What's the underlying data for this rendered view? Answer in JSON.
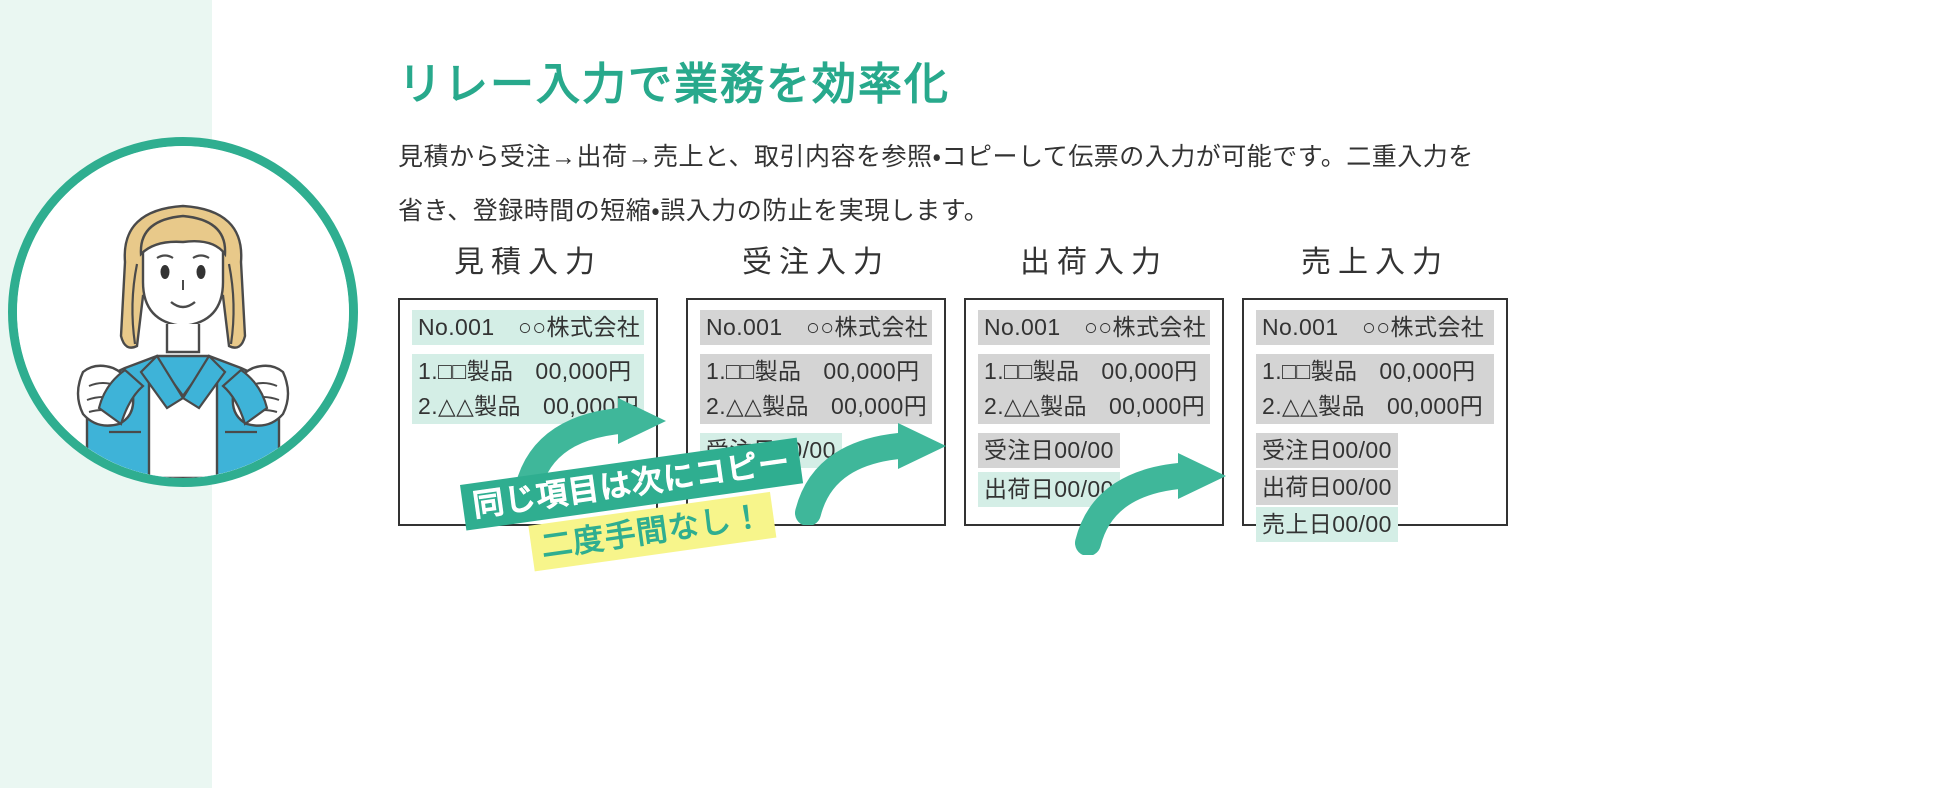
{
  "headline": "リレー入力で業務を効率化",
  "body": {
    "line1": "見積から受注→出荷→売上と、取引内容を参照・コピーして伝票の入力が可能です。二重入力を",
    "line2": "省き、登録時間の短縮・誤入力の防止を実現します。"
  },
  "flow": {
    "steps": [
      {
        "title": "見積入力",
        "rows": [
          {
            "text": "No.001　○○株式会社",
            "highlight": "mint"
          },
          {
            "label": "1.□□製品",
            "amount": "00,000円",
            "highlight": "mint"
          },
          {
            "label": "2.△△製品",
            "amount": "00,000円",
            "highlight": "mint"
          }
        ]
      },
      {
        "title": "受注入力",
        "rows": [
          {
            "text": "No.001　○○株式会社",
            "highlight": "gray"
          },
          {
            "label": "1.□□製品",
            "amount": "00,000円",
            "highlight": "gray"
          },
          {
            "label": "2.△△製品",
            "amount": "00,000円",
            "highlight": "gray"
          },
          {
            "text": "受注日00/00",
            "highlight": "mint"
          }
        ]
      },
      {
        "title": "出荷入力",
        "rows": [
          {
            "text": "No.001　○○株式会社",
            "highlight": "gray"
          },
          {
            "label": "1.□□製品",
            "amount": "00,000円",
            "highlight": "gray"
          },
          {
            "label": "2.△△製品",
            "amount": "00,000円",
            "highlight": "gray"
          },
          {
            "text": "受注日00/00",
            "highlight": "gray"
          },
          {
            "text": "出荷日00/00",
            "highlight": "mint"
          }
        ]
      },
      {
        "title": "売上入力",
        "rows": [
          {
            "text": "No.001　○○株式会社",
            "highlight": "gray"
          },
          {
            "label": "1.□□製品",
            "amount": "00,000円",
            "highlight": "gray"
          },
          {
            "label": "2.△△製品",
            "amount": "00,000円",
            "highlight": "gray"
          },
          {
            "text": "受注日00/00",
            "highlight": "gray"
          },
          {
            "text": "出荷日00/00",
            "highlight": "gray"
          },
          {
            "text": "売上日00/00",
            "highlight": "mint"
          }
        ]
      }
    ],
    "arrow_count": 3
  },
  "ribbon": {
    "line1": "同じ項目は次にコピー",
    "line2": "二度手間なし！"
  },
  "colors": {
    "brand_green": "#2fae90",
    "headline_green": "#28a98c",
    "mint_bg": "#eaf7f2",
    "row_mint": "#d4eee6",
    "row_gray": "#d4d4d4",
    "ribbon_yellow": "#f7f58b",
    "text_dark": "#333333",
    "illustration_jacket": "#3eb3d8",
    "illustration_hair": "#e8c98a",
    "illustration_skin": "#ffffff"
  },
  "icons": {
    "avatar": "person-illustration-icon",
    "arrow": "curved-arrow-icon"
  }
}
